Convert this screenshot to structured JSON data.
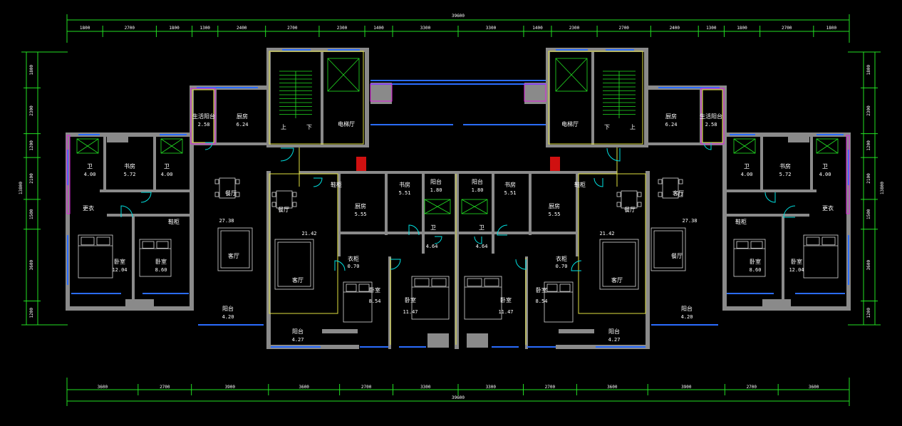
{
  "drawing": {
    "overall_dimension_top": "39600",
    "overall_dimension_bottom": "39600",
    "overall_dimension_left": "13800",
    "overall_dimension_right": "13800",
    "top_dimensions": [
      "1800",
      "2700",
      "1800",
      "1300",
      "2400",
      "2700",
      "2300",
      "1400",
      "3300",
      "3300",
      "1400",
      "2300",
      "2700",
      "2400",
      "1300",
      "1800",
      "2700",
      "1800"
    ],
    "bottom_dimensions": [
      "3600",
      "2700",
      "3900",
      "3600",
      "2700",
      "3300",
      "3300",
      "2700",
      "3600",
      "3900",
      "2700",
      "3600"
    ],
    "left_dimensions": [
      "1800",
      "2300",
      "1200",
      "2100",
      "1500",
      "3600",
      "1200"
    ],
    "right_dimensions": [
      "1800",
      "2300",
      "1200",
      "2100",
      "1500",
      "3600",
      "1200"
    ],
    "rooms": {
      "ll_balcony_top": {
        "name": "生活阳台",
        "area": "2.58"
      },
      "ll_kitchen": {
        "name": "厨房",
        "area": "6.24"
      },
      "ll_study": {
        "name": "书房",
        "area": "5.72"
      },
      "ll_wc1": {
        "name": "卫",
        "area": "4.00"
      },
      "ll_wc2": {
        "name": "卫",
        "area": "4.00"
      },
      "ll_living": {
        "name": "客厅",
        "area": ""
      },
      "ll_dining": {
        "name": "餐厅",
        "area": "27.38"
      },
      "ll_wardrobe": {
        "name": "更衣",
        "area": ""
      },
      "ll_master": {
        "name": "卧室",
        "area": "12.04"
      },
      "ll_bed2": {
        "name": "卧室",
        "area": "8.60"
      },
      "ll_balcony_bot": {
        "name": "阳台",
        "area": "4.20"
      },
      "ll_shoe": {
        "name": "鞋柜",
        "area": ""
      },
      "stair_hall_l": {
        "name": "电梯厅",
        "area": ""
      },
      "stair_hall_r": {
        "name": "电梯厅",
        "area": ""
      },
      "lm_dining": {
        "name": "餐厅",
        "area": ""
      },
      "lm_living": {
        "name": "客厅",
        "area": "21.42"
      },
      "lm_kitchen": {
        "name": "厨房",
        "area": "5.55"
      },
      "lm_study": {
        "name": "书房",
        "area": "5.51"
      },
      "lm_balc_s": {
        "name": "阳台",
        "area": "1.80"
      },
      "lm_wc": {
        "name": "卫",
        "area": "4.64"
      },
      "lm_bed": {
        "name": "卧室",
        "area": "8.54"
      },
      "lm_master": {
        "name": "卧室",
        "area": "11.47"
      },
      "lm_balcony": {
        "name": "阳台",
        "area": "4.27"
      },
      "lm_shoe": {
        "name": "鞋柜",
        "area": ""
      },
      "lm_wardrobe": {
        "name": "衣柜",
        "area": "0.70"
      },
      "rm_dining": {
        "name": "餐厅",
        "area": ""
      },
      "rm_living": {
        "name": "客厅",
        "area": "21.42"
      },
      "rm_kitchen": {
        "name": "厨房",
        "area": "5.55"
      },
      "rm_study": {
        "name": "书房",
        "area": "5.51"
      },
      "rm_balc_s": {
        "name": "阳台",
        "area": "1.80"
      },
      "rm_wc": {
        "name": "卫",
        "area": "4.64"
      },
      "rm_bed": {
        "name": "卧室",
        "area": "8.54"
      },
      "rm_master": {
        "name": "卧室",
        "area": "11.47"
      },
      "rm_balcony": {
        "name": "阳台",
        "area": "4.27"
      },
      "rm_shoe": {
        "name": "鞋柜",
        "area": ""
      },
      "rm_wardrobe": {
        "name": "衣柜",
        "area": "0.70"
      },
      "rr_kitchen": {
        "name": "厨房",
        "area": "6.24"
      },
      "rr_balcony_top": {
        "name": "生活阳台",
        "area": "2.58"
      },
      "rr_study": {
        "name": "书房",
        "area": "5.72"
      },
      "rr_wc1": {
        "name": "卫",
        "area": "4.00"
      },
      "rr_wc2": {
        "name": "卫",
        "area": "4.00"
      },
      "rr_living": {
        "name": "客厅",
        "area": ""
      },
      "rr_dining": {
        "name": "餐厅",
        "area": "27.38"
      },
      "rr_wardrobe": {
        "name": "更衣",
        "area": ""
      },
      "rr_master": {
        "name": "卧室",
        "area": "12.04"
      },
      "rr_bed2": {
        "name": "卧室",
        "area": "8.60"
      },
      "rr_balcony_bot": {
        "name": "阳台",
        "area": "4.20"
      },
      "rr_shoe": {
        "name": "鞋柜",
        "area": ""
      }
    },
    "stair_up_labels": [
      "上",
      "下",
      "下",
      "上"
    ],
    "elevator_symbol": "#",
    "colors": {
      "background": "#000000",
      "dimension_lines": "#22e022",
      "walls": "#8a8a8a",
      "windows": "#2a6cff",
      "text": "#ffffff",
      "doors": "#00e0e0",
      "accent_walls": "#e0e040"
    }
  }
}
